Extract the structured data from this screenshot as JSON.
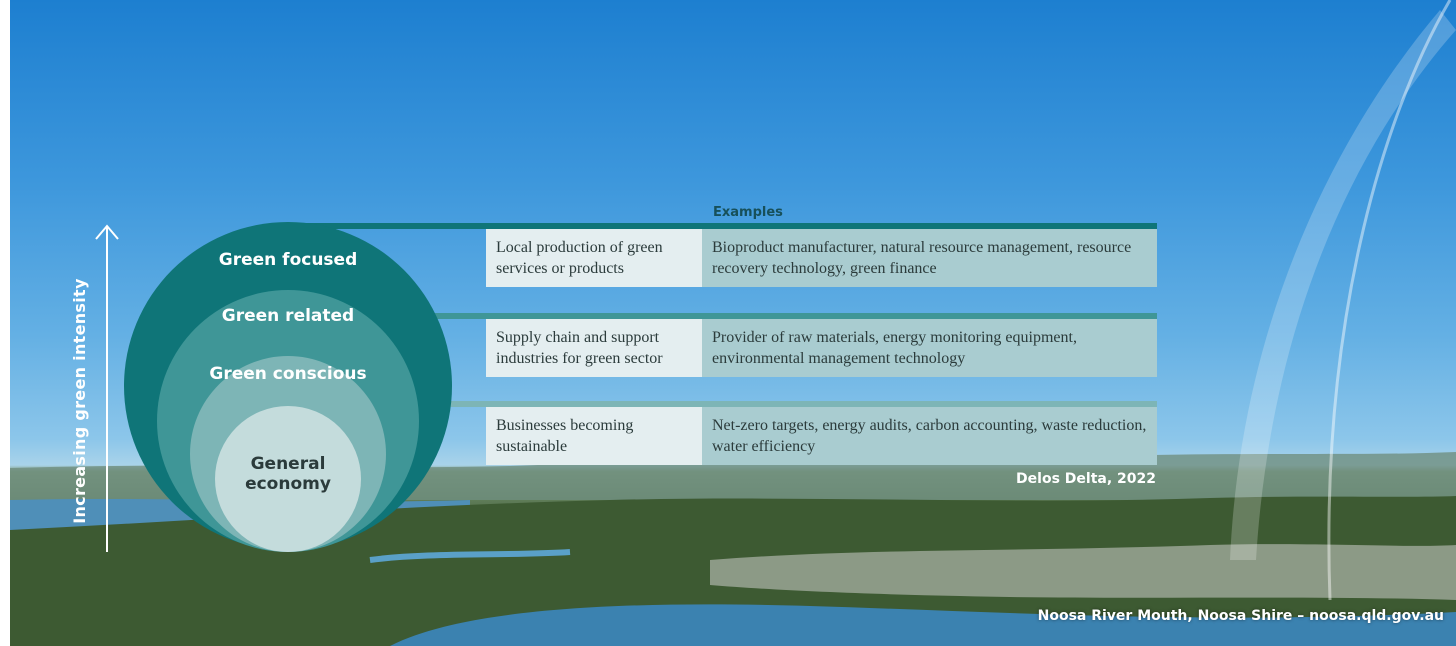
{
  "diagram": {
    "axis_label": "Increasing green intensity",
    "rings": [
      {
        "label": "Green focused",
        "color": "#0f7578"
      },
      {
        "label": "Green related",
        "color": "#3f9697"
      },
      {
        "label": "Green conscious",
        "color": "#7db5b6"
      },
      {
        "label": "General\neconomy",
        "color": "#c4dcdc"
      }
    ],
    "examples_title": "Examples",
    "rows": [
      {
        "description": "Local production of green services or products",
        "examples": "Bioproduct manufacturer, natural resource management, resource recovery technology, green finance"
      },
      {
        "description": "Supply chain and support industries for green sector",
        "examples": "Provider of raw materials, energy monitoring equipment, environmental management technology"
      },
      {
        "description": "Businesses becoming sustainable",
        "examples": "Net-zero targets, energy audits, carbon accounting, waste reduction, water efficiency"
      }
    ],
    "source": "Delos Delta, 2022"
  },
  "photo_caption": "Noosa River Mouth, Noosa Shire – noosa.qld.gov.au",
  "colors": {
    "accent": "#0f7578",
    "connector": "#5aa3a6"
  }
}
